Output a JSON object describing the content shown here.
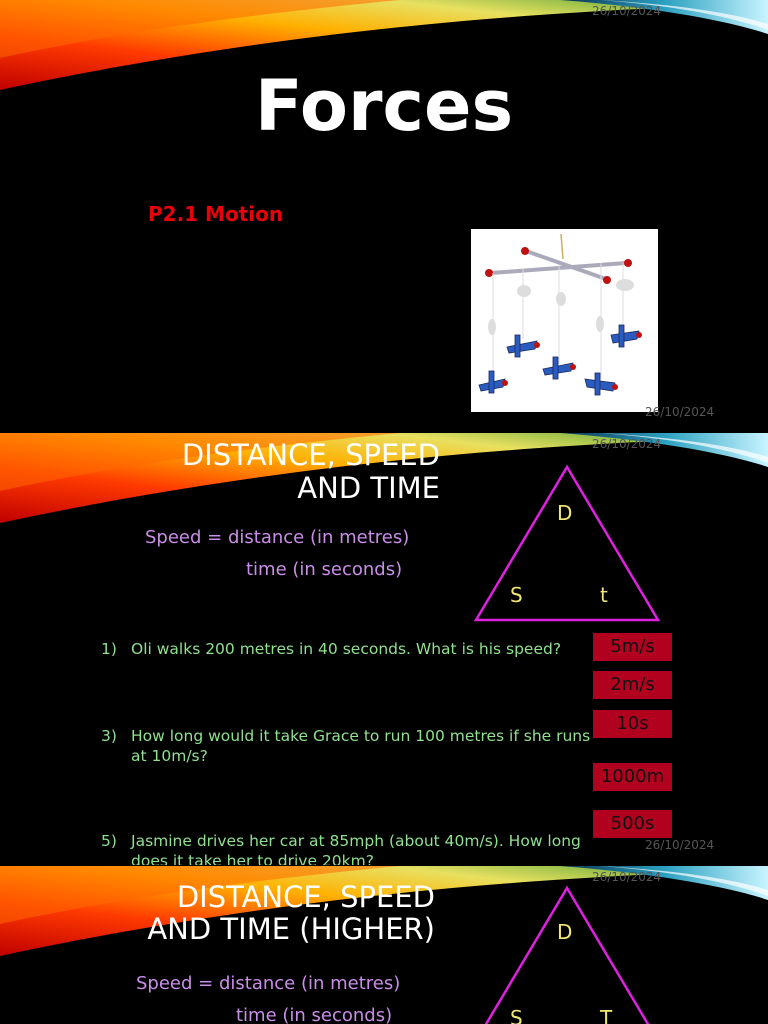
{
  "slides": [
    {
      "date_top": "26/10/2024",
      "title": "Forces",
      "subtitle": "P2.1 Motion",
      "date_bottom": "26/10/2024"
    },
    {
      "date_top": "26/10/2024",
      "heading_line1": "DISTANCE, SPEED",
      "heading_line2": "AND TIME",
      "formula_line1": "Speed = distance (in metres)",
      "formula_line2": "time (in seconds)",
      "triangle": {
        "top": "D",
        "left": "S",
        "right": "t"
      },
      "questions": [
        {
          "num": "1)",
          "text": "Oli walks 200 metres in 40 seconds.  What is his speed?"
        },
        {
          "num": "3)",
          "text": "How long would it take Grace to run 100 metres if she runs at 10m/s?"
        },
        {
          "num": "5)",
          "text": "Jasmine drives her car at 85mph (about 40m/s).  How long does it take her to drive 20km?"
        }
      ],
      "answers": [
        "5m/s",
        "2m/s",
        "10s",
        "1000m",
        "500s"
      ],
      "date_bottom": "26/10/2024"
    },
    {
      "date_top": "26/10/2024",
      "heading_line1": "DISTANCE, SPEED",
      "heading_line2": "AND TIME (HIGHER)",
      "formula_line1": "Speed = distance (in metres)",
      "formula_line2": "time (in seconds)",
      "triangle": {
        "top": "D",
        "left": "S",
        "right": "T"
      }
    }
  ],
  "colors": {
    "background": "#000000",
    "title_red": "#e8000d",
    "formula_purple": "#c98ee8",
    "question_green": "#8fe08f",
    "answer_box": "#b2001f",
    "triangle_magenta": "#e020e0",
    "triangle_letters": "#f2e67a"
  }
}
